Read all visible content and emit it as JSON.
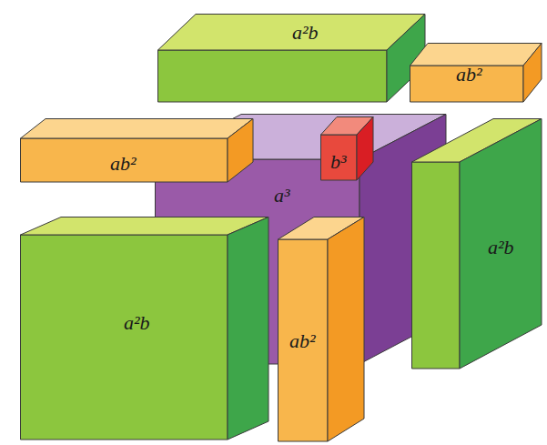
{
  "diagram": {
    "nodes": [
      {
        "text": [
          "a²b"
        ]
      },
      {
        "text": [
          "ab²"
        ]
      },
      {
        "text": [
          "ab²"
        ]
      },
      {
        "text": [
          "b³"
        ]
      },
      {
        "text": [
          "a³"
        ]
      },
      {
        "text": [
          "a²b"
        ]
      },
      {
        "text": [
          "a²b"
        ]
      },
      {
        "text": [
          "ab²"
        ]
      }
    ]
  }
}
